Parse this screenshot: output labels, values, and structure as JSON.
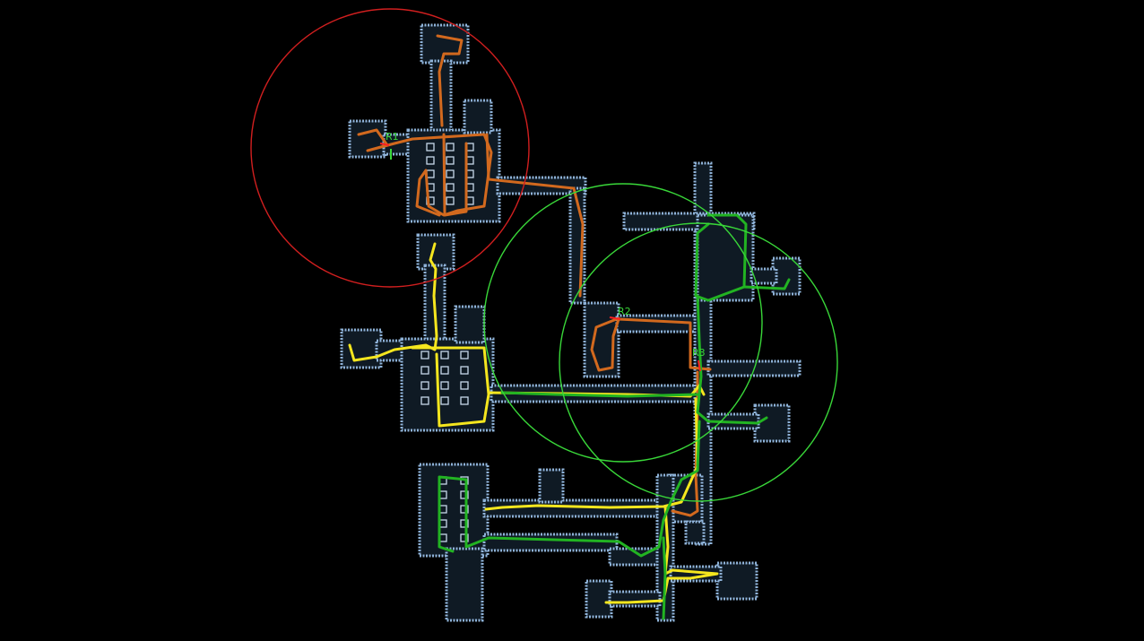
{
  "map": {
    "colors": {
      "background": "#000000",
      "wall": "#8fb3d9",
      "floor": "#0f1a24",
      "path_orange": "#d2691e",
      "path_yellow": "#f5e61e",
      "path_green": "#22b322",
      "ring_red": "#d11f1f",
      "ring_green": "#39d739",
      "label": "#39d739",
      "marker_red": "#ff2020"
    },
    "robots": [
      {
        "label": "R1",
        "ring_color": "#d11f1f",
        "path_color": "#d2691e"
      },
      {
        "label": "R2",
        "ring_color": "#39d739",
        "path_color": "#d2691e"
      },
      {
        "label": "R3",
        "ring_color": "#39d739",
        "path_color": "#22b322"
      }
    ]
  }
}
